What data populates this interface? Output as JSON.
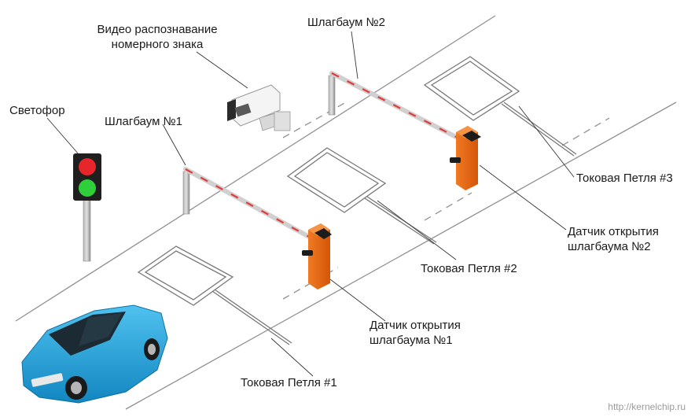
{
  "labels": {
    "camera_line1": "Видео распознавание",
    "camera_line2": "номерного знака",
    "barrier2": "Шлагбаум №2",
    "traffic_light": "Светофор",
    "barrier1": "Шлагбаум №1",
    "loop3": "Токовая Петля #3",
    "sensor2_line1": "Датчик открытия",
    "sensor2_line2": "шлагбаума №2",
    "loop2": "Токовая Петля #2",
    "sensor1_line1": "Датчик открытия",
    "sensor1_line2": "шлагбаума №1",
    "loop1": "Токовая Петля #1"
  },
  "watermark": "http://kernelchip.ru",
  "colors": {
    "barrier_housing": "#e8650f",
    "light_red": "#e6262a",
    "light_green": "#2fcf3c",
    "car_body": "#1ea3dc",
    "road_line": "#8c8c8c"
  }
}
